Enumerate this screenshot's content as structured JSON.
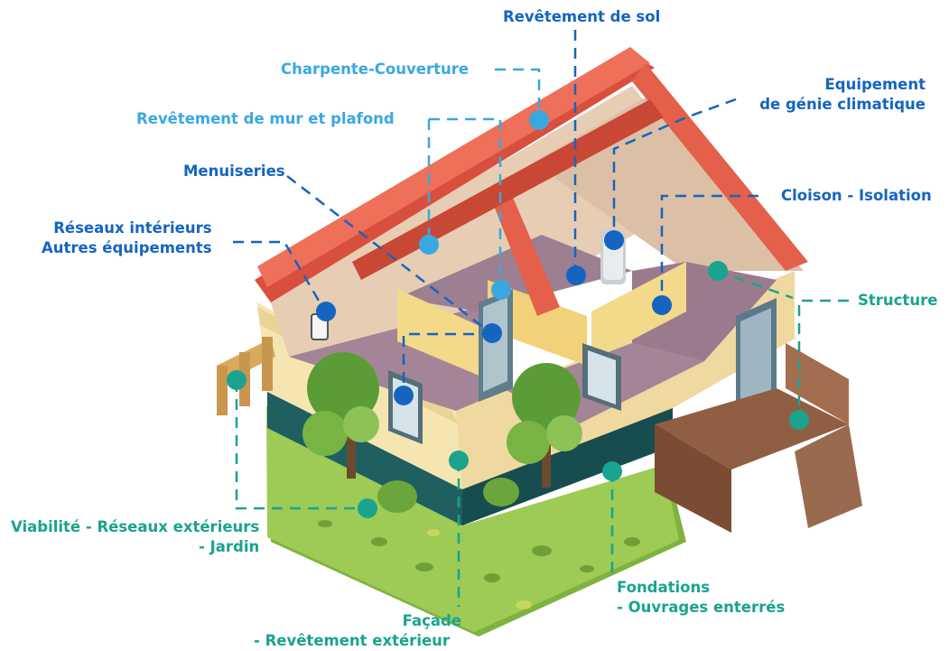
{
  "colors": {
    "interior_label": "#1565c0",
    "interior_dot": "#1565c0",
    "finish_label": "#3aa8e0",
    "finish_dot": "#3aa8e0",
    "exterior_label": "#1aa38f",
    "exterior_dot": "#1aa38f",
    "roof": "#e8644c",
    "wall_inner": "#e6cdb4",
    "floor": "#a9899b",
    "wall_outer": "#f3e6b3",
    "base": "#1d5c5d",
    "lawn": "#8ebf4a",
    "deck": "#9a6a4e",
    "tree": "#6dab3f"
  },
  "labels": {
    "revetement_sol": "Revêtement de sol",
    "charpente": "Charpente-Couverture",
    "mur_plafond": "Revêtement de mur et plafond",
    "genie_line1": "Equipement",
    "genie_line2": "de génie climatique",
    "menuiseries": "Menuiseries",
    "cloison": "Cloison - Isolation",
    "reseaux_line1": "Réseaux intérieurs",
    "reseaux_line2": "Autres équipements",
    "structure": "Structure",
    "viabilite_line1": "Viabilité - Réseaux extérieurs",
    "viabilite_line2": "- Jardin",
    "fondations_line1": "Fondations",
    "fondations_line2": "- Ouvrages enterrés",
    "facade_line1": "Façade",
    "facade_line2": "- Revêtement extérieur"
  }
}
